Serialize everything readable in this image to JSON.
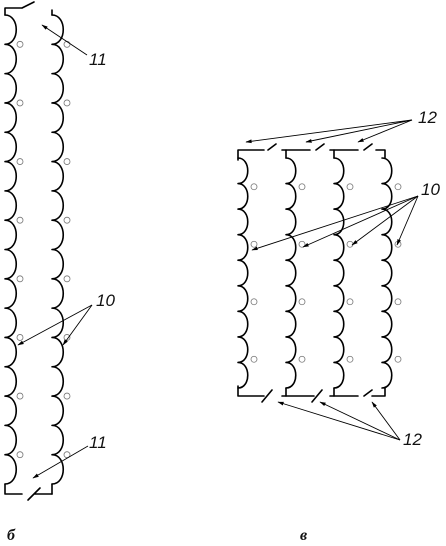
{
  "panel_b": {
    "caption": "б",
    "label_top": "11",
    "label_middle": "10",
    "label_bottom": "11"
  },
  "panel_v": {
    "caption": "в",
    "label_top": "12",
    "label_middle": "10",
    "label_bottom": "12"
  }
}
